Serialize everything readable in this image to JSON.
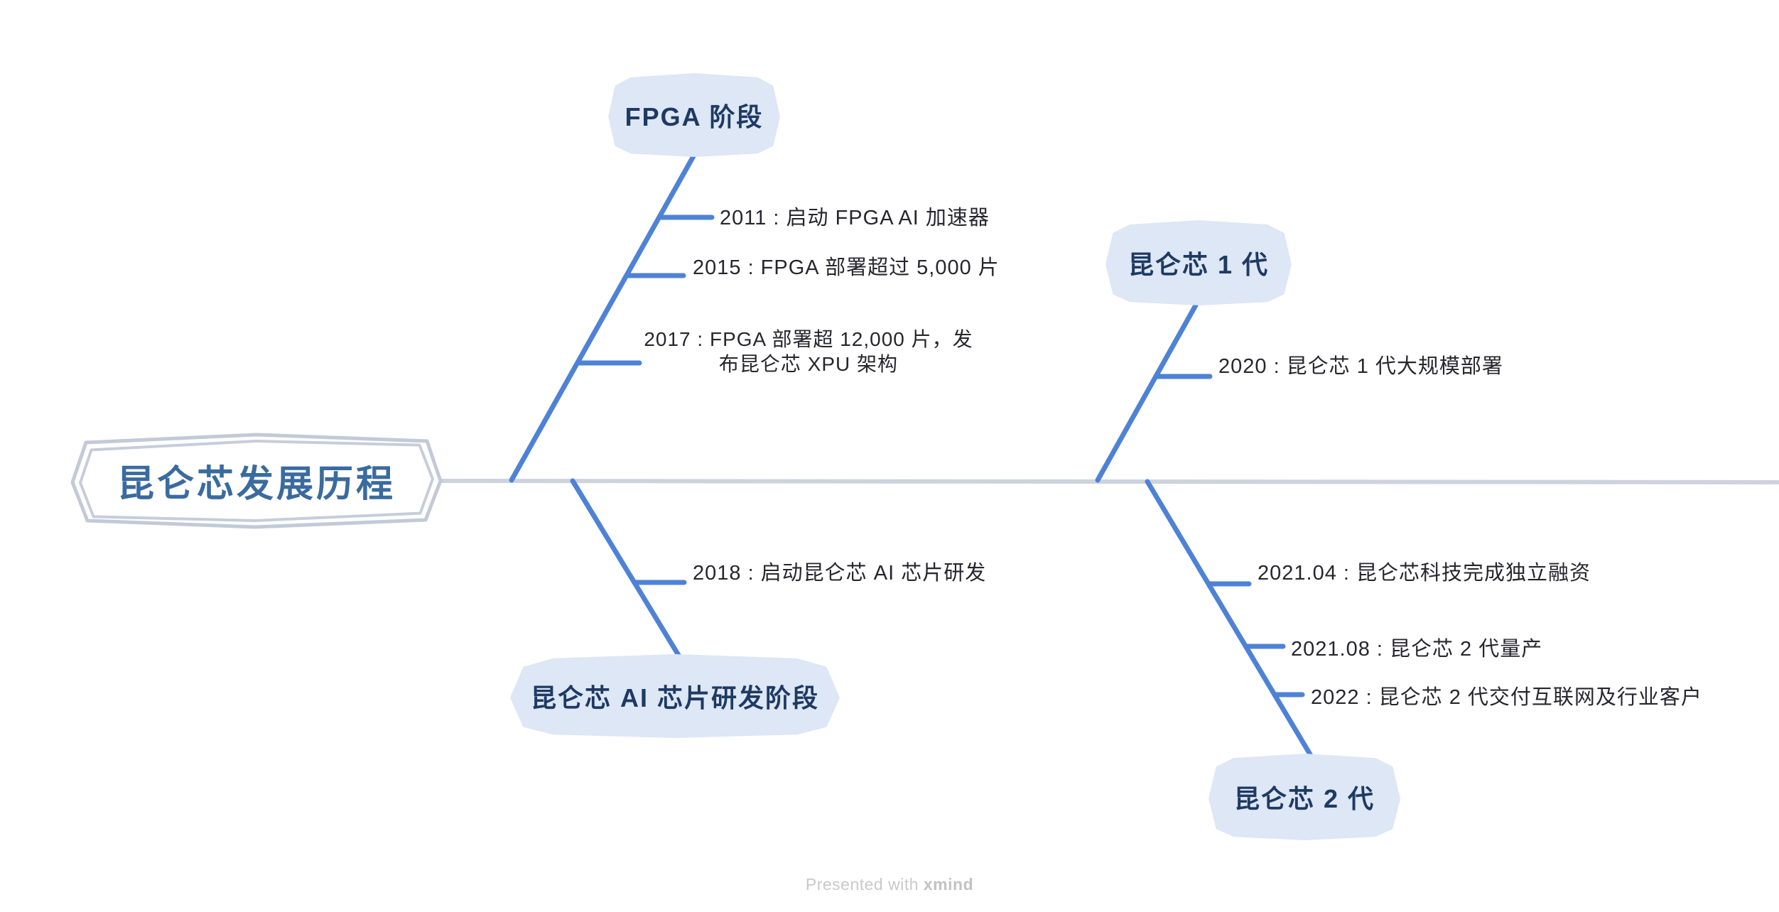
{
  "diagram": {
    "type": "fishbone",
    "root": {
      "label": "昆仑芯发展历程"
    },
    "branches": [
      {
        "label": "FPGA 阶段",
        "position": "top-left",
        "topics": [
          "2011 : 启动 FPGA AI 加速器",
          "2015 : FPGA 部署超过 5,000 片",
          "2017 : FPGA 部署超 12,000 片，发布昆仑芯 XPU 架构"
        ]
      },
      {
        "label": "昆仑芯 1 代",
        "position": "top-right",
        "topics": [
          "2020 : 昆仑芯 1 代大规模部署"
        ]
      },
      {
        "label": "昆仑芯 AI 芯片研发阶段",
        "position": "bottom-left",
        "topics": [
          "2018 : 启动昆仑芯 AI 芯片研发"
        ]
      },
      {
        "label": "昆仑芯 2 代",
        "position": "bottom-right",
        "topics": [
          "2021.04 : 昆仑芯科技完成独立融资",
          "2021.08 : 昆仑芯 2 代量产",
          "2022 : 昆仑芯 2 代交付互联网及行业客户"
        ]
      }
    ],
    "colors": {
      "branch_line": "#4e82d6",
      "spine_line": "#ccd3df",
      "node_fill": "#dde7f5",
      "node_text": "#1e3a63",
      "root_text": "#3a6b9f",
      "root_border": "#c2cad8",
      "topic_text": "#26262e",
      "footer_text": "#c9c9c9"
    }
  },
  "footer": {
    "prefix": "Presented with ",
    "brand": "xmind"
  }
}
